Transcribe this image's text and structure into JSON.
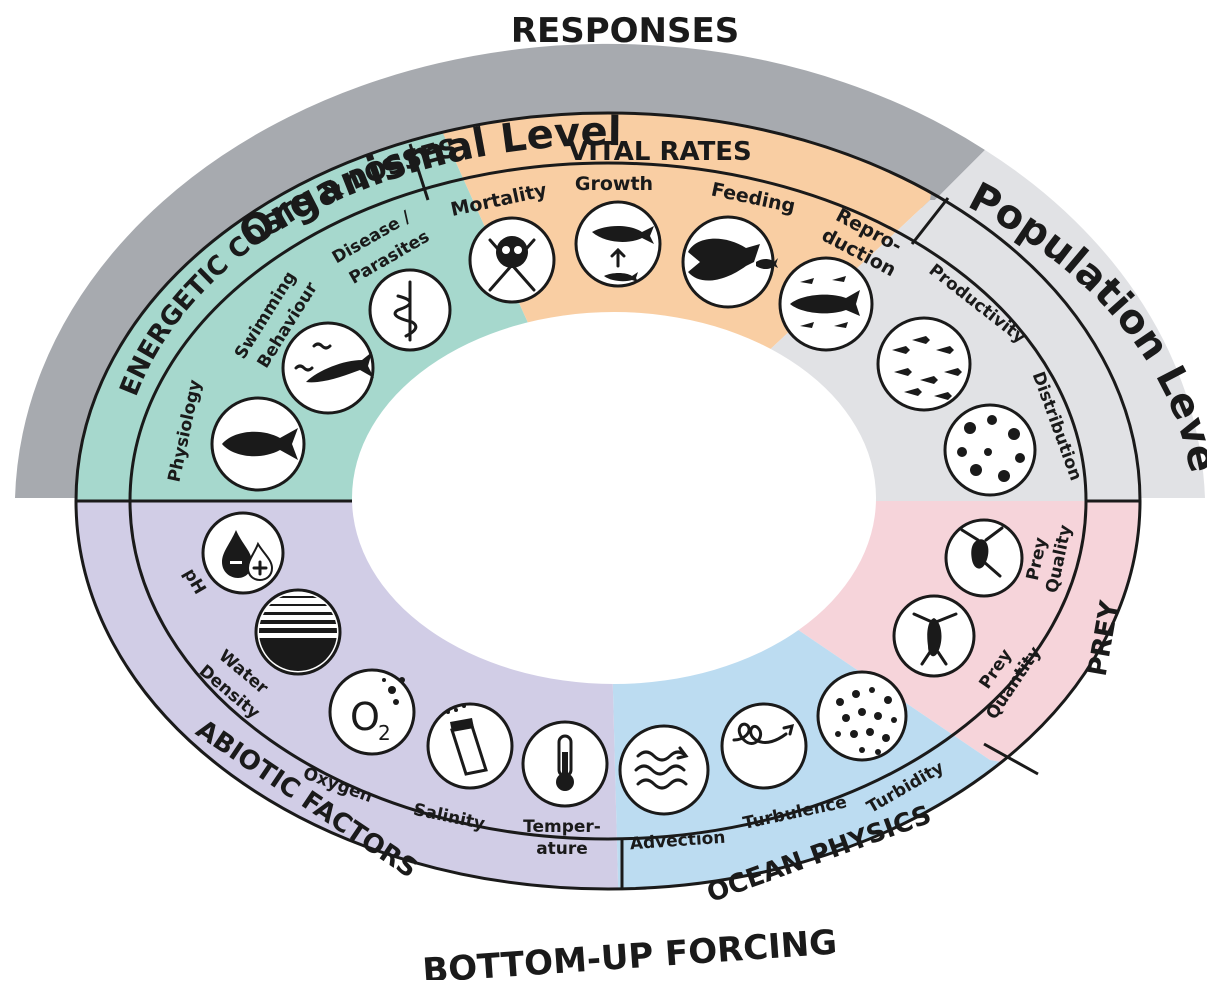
{
  "headers": {
    "top": "RESPONSES",
    "bottom": "BOTTOM-UP FORCING"
  },
  "levels": {
    "organismal": "Organismal Level",
    "population": "Population Level"
  },
  "categories": {
    "energetic": "ENERGETIC COSTS & LOSSES",
    "vital_rates": "VITAL RATES",
    "abiotic": "ABIOTIC FACTORS",
    "ocean_physics": "OCEAN PHYSICS",
    "prey": "PREY"
  },
  "items": {
    "physiology": "Physiology",
    "swimming_1": "Swimming",
    "swimming_2": "Behaviour",
    "disease_1": "Disease /",
    "disease_2": "Parasites",
    "mortality": "Mortality",
    "growth": "Growth",
    "feeding": "Feeding",
    "repro_1": "Repro-",
    "repro_2": "duction",
    "productivity": "Productivity",
    "distribution": "Distribution",
    "prey_quality_1": "Prey",
    "prey_quality_2": "Quality",
    "prey_quantity_1": "Prey",
    "prey_quantity_2": "Quantity",
    "turbidity": "Turbidity",
    "turbulence": "Turbulence",
    "advection": "Advection",
    "temperature_1": "Temper-",
    "temperature_2": "ature",
    "salinity": "Salinity",
    "oxygen": "Oxygen",
    "water_density_1": "Water",
    "water_density_2": "Density",
    "ph": "pH",
    "oxygen_symbol": "O",
    "oxygen_sub": "2"
  },
  "colors": {
    "gray_band": "#a7aaaf",
    "light_gray_band": "#e1e2e5",
    "energetic_fill": "#a6d8cd",
    "vital_fill": "#f9ceA3",
    "population_fill": "#e1e2e5",
    "prey_fill": "#f6d4da",
    "ocean_fill": "#bcdcf1",
    "abiotic_fill": "#d1cde6"
  }
}
